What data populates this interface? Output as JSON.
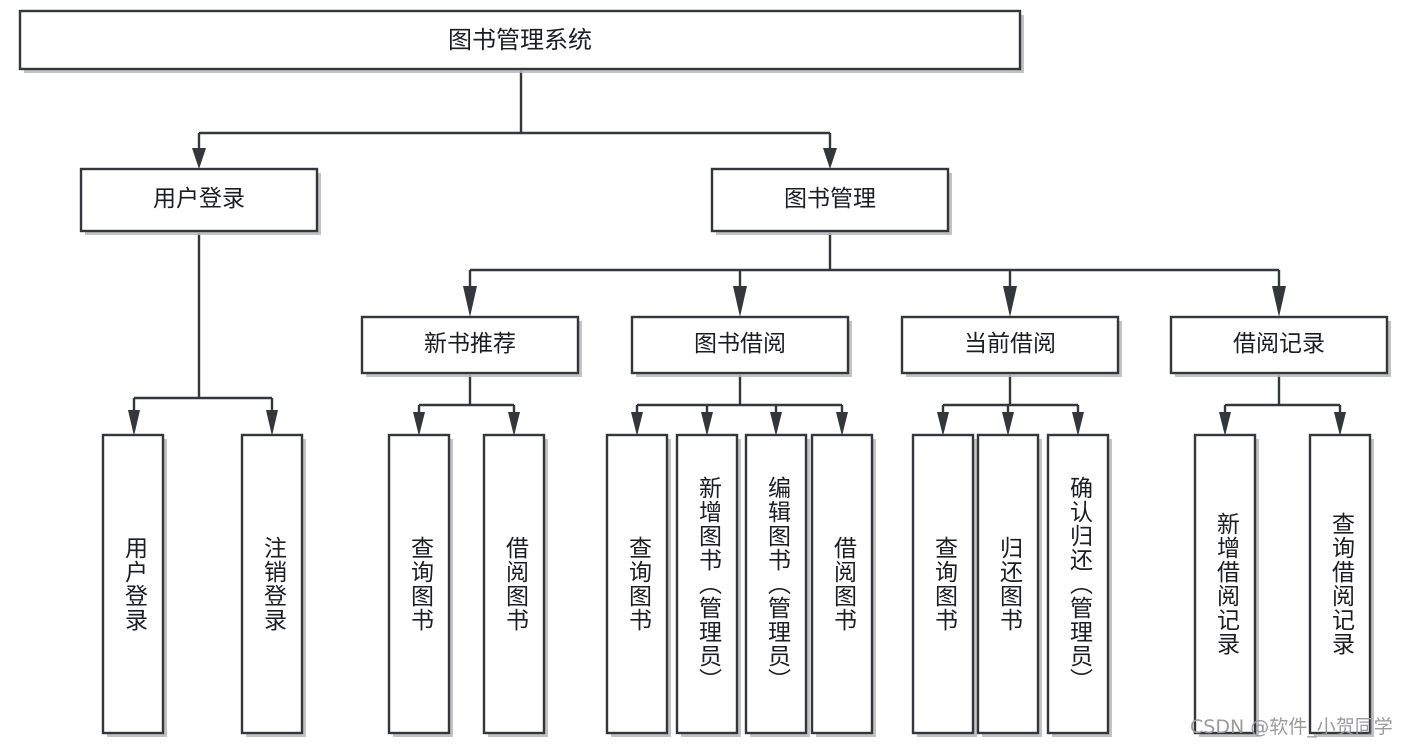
{
  "diagram": {
    "type": "hierarchy-tree",
    "title": "图书管理系统",
    "watermark": "CSDN @软件_小贺同学",
    "colors": {
      "stroke": "#33363b",
      "fill": "#ffffff",
      "shadow": "#b9b9b9",
      "text": "#1b1d20",
      "watermark": "#9b9b9b"
    },
    "levels": {
      "root": {
        "label": "图书管理系统"
      },
      "level2": [
        {
          "label": "用户登录"
        },
        {
          "label": "图书管理"
        }
      ],
      "level3": [
        {
          "label": "新书推荐"
        },
        {
          "label": "图书借阅"
        },
        {
          "label": "当前借阅"
        },
        {
          "label": "借阅记录"
        }
      ],
      "leaves": [
        {
          "label": "用户登录",
          "parent": "用户登录"
        },
        {
          "label": "注销登录",
          "parent": "用户登录"
        },
        {
          "label": "查询图书",
          "parent": "新书推荐"
        },
        {
          "label": "借阅图书",
          "parent": "新书推荐"
        },
        {
          "label": "查询图书",
          "parent": "图书借阅"
        },
        {
          "label": "新增图书（管理员）",
          "parent": "图书借阅"
        },
        {
          "label": "编辑图书（管理员）",
          "parent": "图书借阅"
        },
        {
          "label": "借阅图书",
          "parent": "图书借阅"
        },
        {
          "label": "查询图书",
          "parent": "当前借阅"
        },
        {
          "label": "归还图书",
          "parent": "当前借阅"
        },
        {
          "label": "确认归还（管理员）",
          "parent": "当前借阅"
        },
        {
          "label": "新增借阅记录",
          "parent": "借阅记录"
        },
        {
          "label": "查询借阅记录",
          "parent": "借阅记录"
        }
      ]
    }
  }
}
